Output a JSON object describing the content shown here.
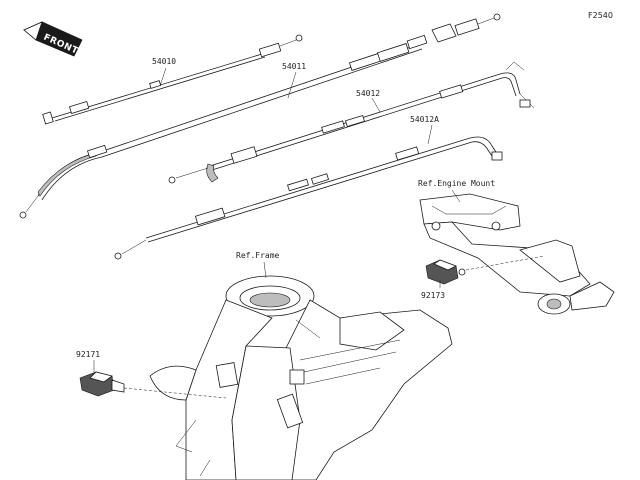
{
  "figure_id": "F2540",
  "front_badge": "FRONT",
  "parts": [
    {
      "number": "54010"
    },
    {
      "number": "54011"
    },
    {
      "number": "54012"
    },
    {
      "number": "54012A"
    },
    {
      "number": "92173"
    },
    {
      "number": "92171"
    }
  ],
  "references": {
    "engine_mount": "Ref.Engine Mount",
    "frame": "Ref.Frame"
  }
}
